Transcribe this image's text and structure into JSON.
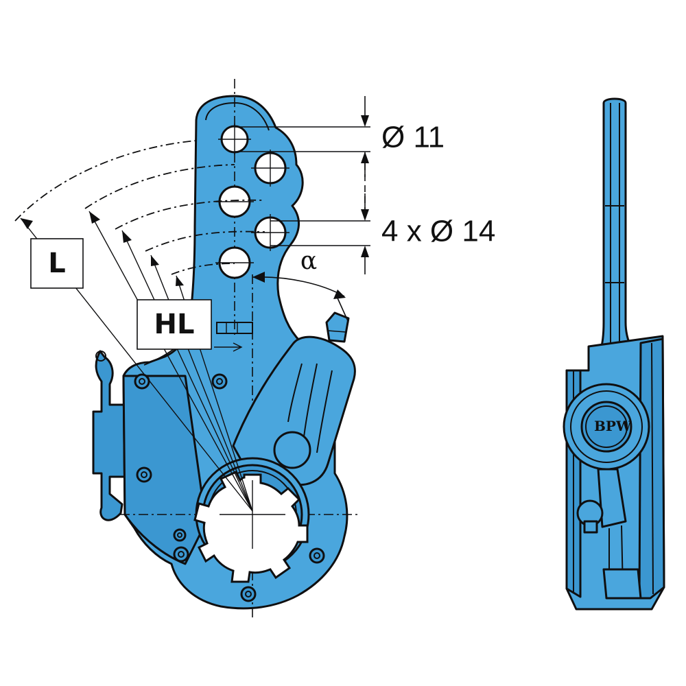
{
  "dimensions": {
    "top_hole": "Ø 11",
    "lower_holes": "4 x Ø 14",
    "angle": "α"
  },
  "callouts": {
    "length": "L",
    "hole_length": "HL"
  },
  "logo": {
    "text": "BPW"
  },
  "colors": {
    "body": "#4aa6dd",
    "body_shade": "#3b97d1",
    "outline": "#0f0f10",
    "background": "#ffffff"
  }
}
